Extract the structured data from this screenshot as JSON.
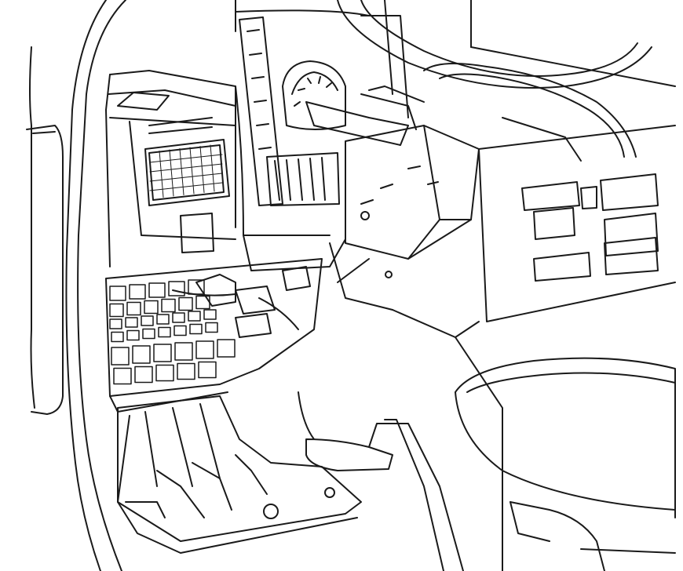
{
  "diagram": {
    "colors": {
      "background": "#ffffff",
      "line": "#1a1a1a"
    },
    "parts": [
      {
        "name": "door-frame"
      },
      {
        "name": "a-pillar"
      },
      {
        "name": "dashboard-left-panel"
      },
      {
        "name": "air-vent-grille"
      },
      {
        "name": "fuse-relay-box"
      },
      {
        "name": "fuse-box-cover"
      },
      {
        "name": "instrument-cluster"
      },
      {
        "name": "steering-wheel"
      },
      {
        "name": "steering-column"
      },
      {
        "name": "center-console"
      },
      {
        "name": "gear-lever"
      },
      {
        "name": "driver-seat"
      }
    ]
  }
}
